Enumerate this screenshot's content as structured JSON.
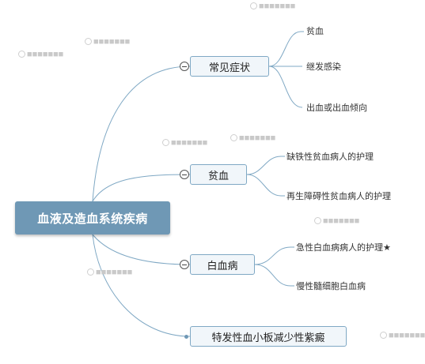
{
  "root": {
    "label": "血液及造血系统疾病"
  },
  "branches": [
    {
      "label": "常见症状",
      "children": [
        "贫血",
        "继发感染",
        "出血或出血倾向"
      ]
    },
    {
      "label": "贫血",
      "children": [
        "缺铁性贫血病人的护理",
        "再生障碍性贫血病人的护理"
      ]
    },
    {
      "label": "白血病",
      "children": [
        "急性白血病病人的护理★",
        "慢性髓细胞白血病"
      ]
    },
    {
      "label": "特发性血小板减少性紫癜",
      "children": []
    }
  ],
  "colors": {
    "root_fill": "#6f98b5",
    "branch_border": "#7fa8c4",
    "branch_fill": "#f1f6fa",
    "line": "#7fa8c4"
  }
}
